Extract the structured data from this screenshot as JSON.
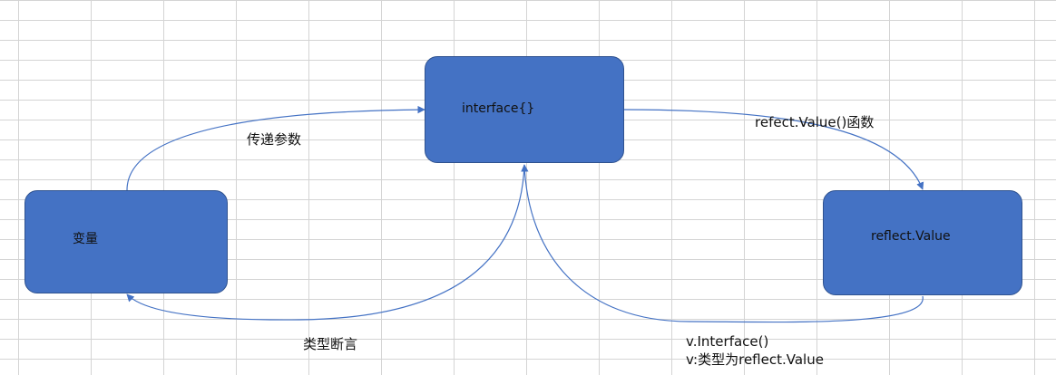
{
  "nodes": {
    "variable": "变量",
    "interface": "interface{}",
    "reflect_value": "reflect.Value"
  },
  "edges": {
    "pass_param": "传递参数",
    "reflect_func": "refect.Value()函数",
    "type_assert": "类型断言",
    "v_interface_line1": "v.Interface()",
    "v_interface_line2": "v:类型为reflect.Value"
  },
  "colors": {
    "box_fill": "#4472c4",
    "box_border": "#2f528f",
    "arrow": "#4472c4",
    "gridline": "#d4d4d4"
  }
}
